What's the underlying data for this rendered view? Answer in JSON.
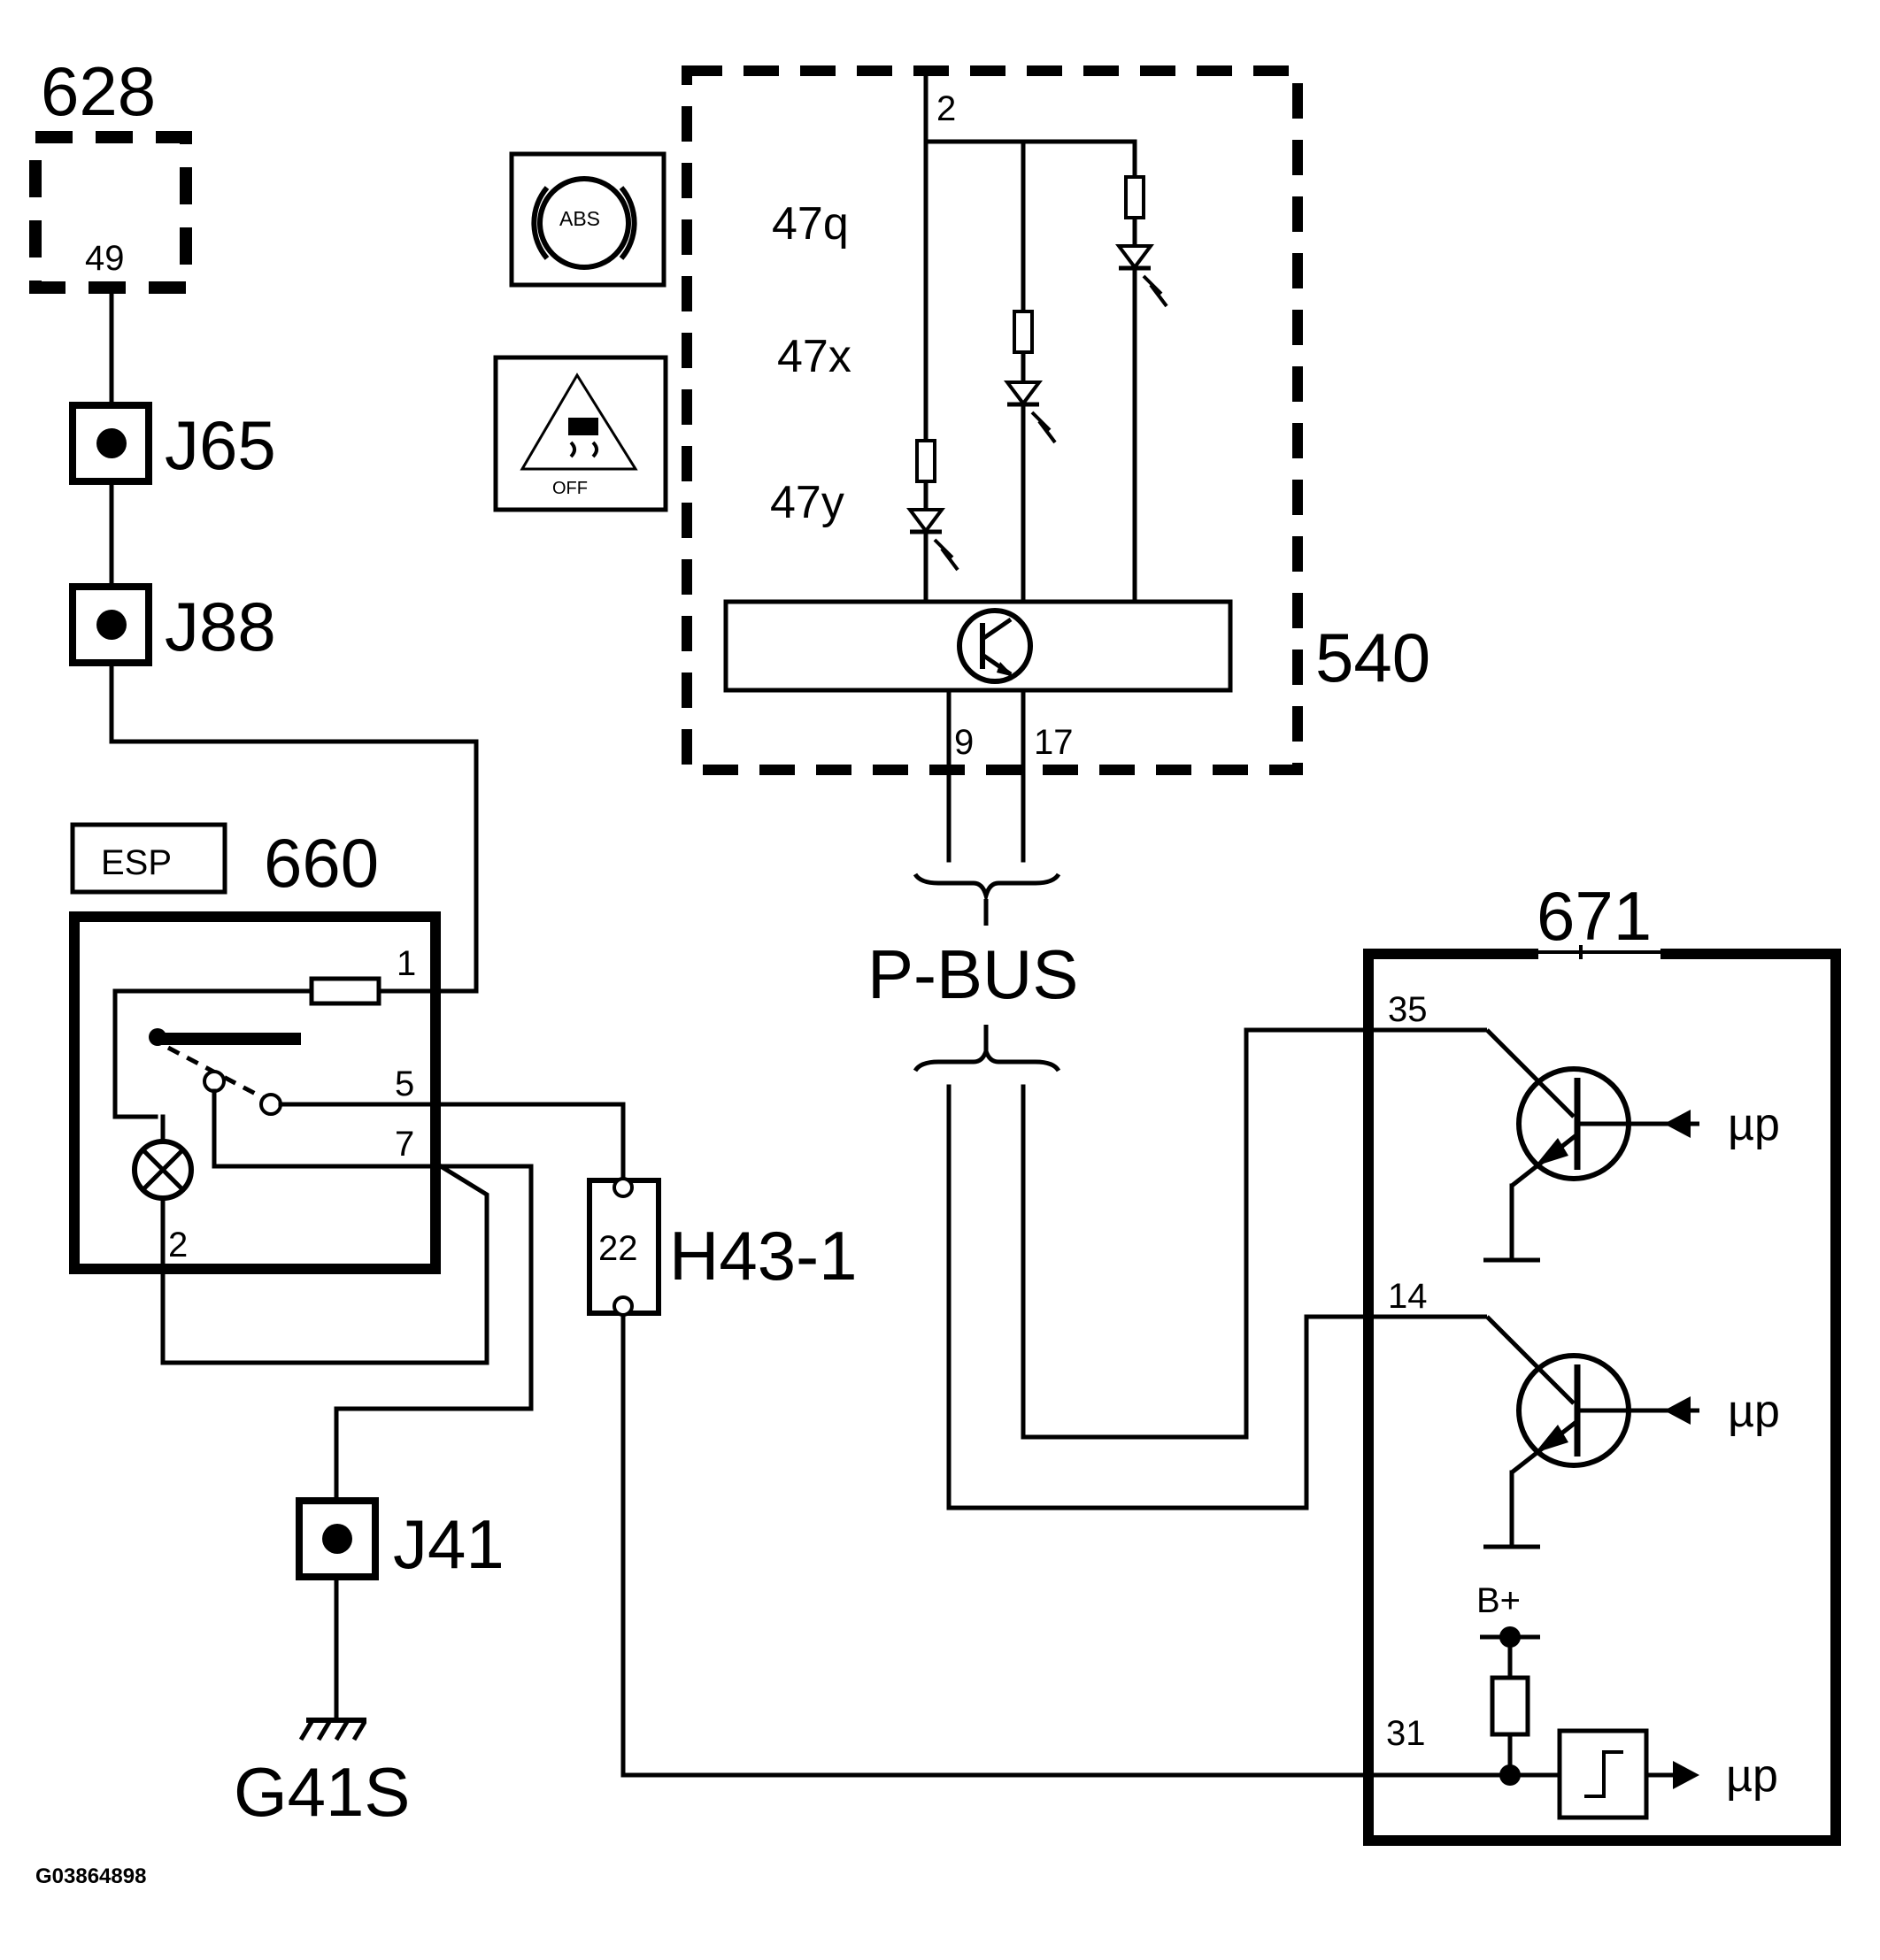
{
  "labels": {
    "module_628": "628",
    "pin_628_49": "49",
    "conn_j65": "J65",
    "conn_j88": "J88",
    "icon_abs_text": "ABS",
    "icon_off_text": "OFF",
    "lamp_47q": "47q",
    "lamp_47x": "47x",
    "lamp_47y": "47y",
    "pin_540_2": "2",
    "module_540": "540",
    "pin_540_9": "9",
    "pin_540_17": "17",
    "esp_label": "ESP",
    "switch_660": "660",
    "pin_660_1": "1",
    "pin_660_5": "5",
    "pin_660_7": "7",
    "pin_660_2": "2",
    "bus_label": "P-BUS",
    "module_671": "671",
    "pin_671_35": "35",
    "pin_671_14": "14",
    "pin_671_31": "31",
    "supply_bplus": "B+",
    "up_1": "µp",
    "up_2": "µp",
    "up_3": "µp",
    "conn_h43_pin": "22",
    "conn_h43": "H43-1",
    "conn_j41": "J41",
    "ground_g41s": "G41S",
    "figure_id": "G03864898"
  }
}
